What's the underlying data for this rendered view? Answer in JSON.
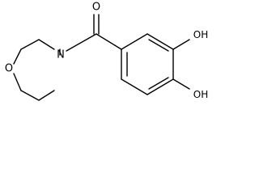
{
  "molecule": {
    "atoms": {
      "carbonyl_oxygen": "O",
      "morpholine_nitrogen": "N",
      "morpholine_oxygen": "O",
      "hydroxyl_top": "OH",
      "hydroxyl_bottom": "OH"
    }
  }
}
